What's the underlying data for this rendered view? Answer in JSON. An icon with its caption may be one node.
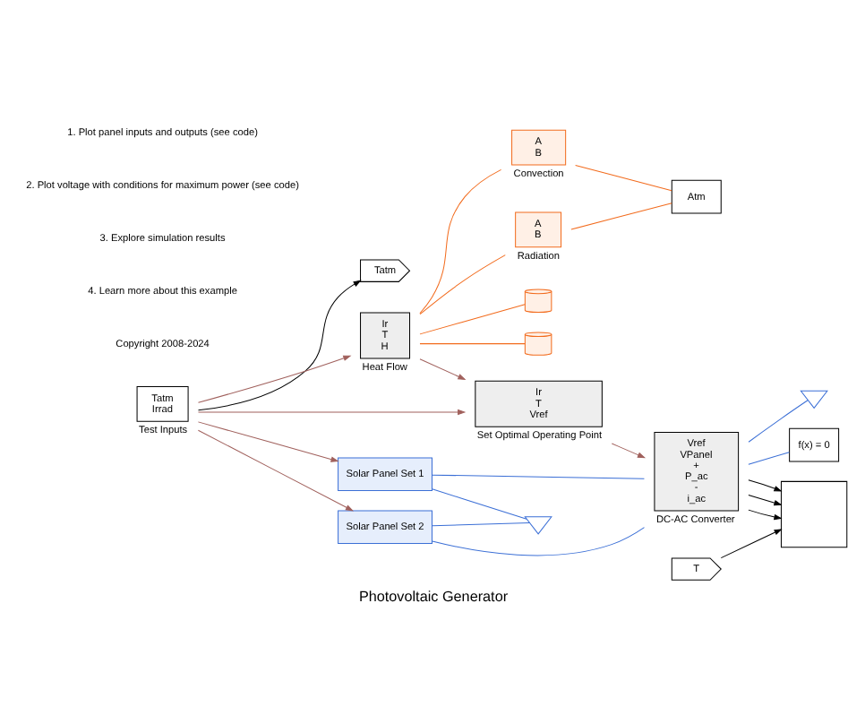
{
  "diagram": {
    "title": "Photovoltaic Generator",
    "nodes": [
      {
        "text": [
          "Tatm",
          "Irrad"
        ],
        "beside": [
          "Test Inputs"
        ]
      },
      {
        "text": [
          "Tatm"
        ]
      },
      {
        "text": [
          "Ir",
          "T",
          "H"
        ],
        "beside": [
          "Heat Flow"
        ]
      },
      {
        "text": [
          "Ir",
          "T",
          "Vref"
        ],
        "beside": [
          "Set Optimal Operating Point"
        ]
      },
      {
        "text": [
          "A",
          "B"
        ],
        "beside": [
          "Convection"
        ]
      },
      {
        "text": [
          "A",
          "B"
        ],
        "beside": [
          "Radiation"
        ]
      },
      {
        "text": [
          "Atm"
        ]
      },
      {
        "text": [
          "T"
        ]
      },
      {
        "text": [
          "Vref",
          "VPanel",
          "+",
          "P_ac",
          "-",
          "i_ac"
        ],
        "beside": [
          "DC-AC Converter"
        ]
      },
      {
        "text": [],
        "shape": "box"
      },
      {
        "text": [
          "f(x) = 0"
        ]
      },
      {
        "text": [
          "Solar Panel Set 1"
        ]
      },
      {
        "text": [
          "Solar Panel Set 2"
        ]
      },
      {
        "text": [],
        "shape": "cylinder"
      },
      {
        "text": [],
        "shape": "cylinder"
      },
      {
        "text": [],
        "shape": "ground"
      },
      {
        "text": [],
        "shape": "ground"
      }
    ],
    "edges": [
      {
        "from": 0,
        "to": 1,
        "arrow": "to",
        "color": "#000000"
      },
      {
        "from": 0,
        "to": 2,
        "arrow": "to",
        "color": "#a0605c"
      },
      {
        "from": 0,
        "to": 3,
        "arrow": "to",
        "color": "#a0605c"
      },
      {
        "from": 0,
        "to": 11,
        "arrow": "to",
        "color": "#a0605c"
      },
      {
        "from": 0,
        "to": 12,
        "arrow": "to",
        "color": "#a0605c"
      },
      {
        "from": 2,
        "to": 3,
        "arrow": "to",
        "color": "#a0605c"
      },
      {
        "from": 2,
        "to": 4,
        "arrow": "none",
        "color": "#f26b1d"
      },
      {
        "from": 2,
        "to": 5,
        "arrow": "none",
        "color": "#f26b1d"
      },
      {
        "from": 4,
        "to": 6,
        "arrow": "none",
        "color": "#f26b1d"
      },
      {
        "from": 5,
        "to": 6,
        "arrow": "none",
        "color": "#f26b1d"
      },
      {
        "from": 2,
        "to": 13,
        "arrow": "none",
        "color": "#f26b1d"
      },
      {
        "from": 2,
        "to": 14,
        "arrow": "none",
        "color": "#f26b1d"
      },
      {
        "from": 3,
        "to": 8,
        "arrow": "to",
        "color": "#a0605c"
      },
      {
        "from": 7,
        "to": 9,
        "arrow": "to",
        "color": "#000000"
      },
      {
        "from": 8,
        "to": 9,
        "arrow": "to",
        "color": "#000000"
      },
      {
        "from": 8,
        "to": 9,
        "arrow": "to",
        "color": "#000000"
      },
      {
        "from": 8,
        "to": 9,
        "arrow": "to",
        "color": "#000000"
      },
      {
        "from": 11,
        "to": 8,
        "arrow": "none",
        "color": "#3b6fd6"
      },
      {
        "from": 12,
        "to": 8,
        "arrow": "none",
        "color": "#3b6fd6"
      },
      {
        "from": 11,
        "to": 15,
        "arrow": "none",
        "color": "#3b6fd6"
      },
      {
        "from": 12,
        "to": 15,
        "arrow": "none",
        "color": "#3b6fd6"
      },
      {
        "from": 8,
        "to": 16,
        "arrow": "none",
        "color": "#3b6fd6"
      },
      {
        "from": 8,
        "to": 10,
        "arrow": "none",
        "color": "#3b6fd6"
      }
    ],
    "labels": [
      "1. Plot panel inputs and outputs (see code)",
      "2. Plot voltage with conditions for maximum power (see code)",
      "3. Explore simulation results",
      "4. Learn more about this example",
      "Copyright 2008-2024"
    ]
  }
}
